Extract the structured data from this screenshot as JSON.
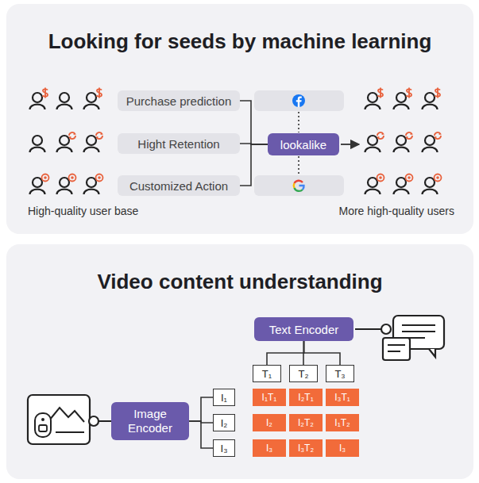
{
  "diagram": {
    "nodes": [
      {
        "text": [
          "Looking for seeds by machine learning"
        ]
      },
      {
        "text": [
          "Purchase prediction"
        ],
        "in": 0
      },
      {
        "text": [
          "Hight Retention"
        ],
        "in": 0
      },
      {
        "text": [
          "Customized Action"
        ],
        "in": 0
      },
      {
        "text": [
          "lookalike"
        ],
        "in": 0
      },
      {
        "text": [
          "Video content understanding"
        ]
      },
      {
        "text": [
          "Text Encoder"
        ],
        "in": 5
      },
      {
        "text": [
          "T₁"
        ],
        "in": 5
      },
      {
        "text": [
          "T₂"
        ],
        "in": 5
      },
      {
        "text": [
          "T₃"
        ],
        "in": 5
      },
      {
        "text": [
          "Image Encoder"
        ],
        "in": 5
      },
      {
        "text": [
          "I₁"
        ],
        "in": 5
      },
      {
        "text": [
          "I₂"
        ],
        "in": 5
      },
      {
        "text": [
          "I₃"
        ],
        "in": 5
      },
      {
        "text": [
          "I₁T₁"
        ],
        "in": 5
      },
      {
        "text": [
          "I₂T₁"
        ],
        "in": 5
      },
      {
        "text": [
          "I₃T₁"
        ],
        "in": 5
      },
      {
        "text": [
          "I₂"
        ],
        "in": 5
      },
      {
        "text": [
          "I₂T₂"
        ],
        "in": 5
      },
      {
        "text": [
          "I₁T₂"
        ],
        "in": 5
      },
      {
        "text": [
          "I₃"
        ],
        "in": 5
      },
      {
        "text": [
          "I₃T₂"
        ],
        "in": 5
      },
      {
        "text": [
          "I₃"
        ],
        "in": 5
      }
    ],
    "edges": [
      {
        "from": 1,
        "to": 4,
        "arrow": "none"
      },
      {
        "from": 2,
        "to": 4,
        "arrow": "none"
      },
      {
        "from": 3,
        "to": 4,
        "arrow": "none"
      },
      {
        "from": 6,
        "to": 7,
        "arrow": "none"
      },
      {
        "from": 6,
        "to": 8,
        "arrow": "none"
      },
      {
        "from": 6,
        "to": 9,
        "arrow": "none"
      },
      {
        "from": 10,
        "to": 11,
        "arrow": "none"
      },
      {
        "from": 10,
        "to": 12,
        "arrow": "none"
      },
      {
        "from": 10,
        "to": 13,
        "arrow": "none"
      }
    ],
    "labels": [
      "High-quality user base",
      "More high-quality users"
    ]
  }
}
